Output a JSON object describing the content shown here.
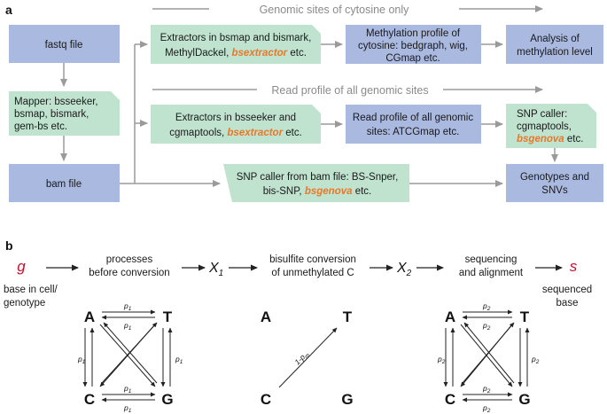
{
  "panel_a": {
    "label": "a",
    "header1": "Genomic sites of cytosine only",
    "header2": "Read profile of all genomic sites",
    "fastq": "fastq file",
    "mapper": [
      "Mapper: bsseeker,",
      "bsmap, bismark,",
      "gem-bs etc."
    ],
    "bam": "bam file",
    "ext1": {
      "line1": "Extractors in bsmap and bismark,",
      "line2a": "MethylDackel, ",
      "line2b": "bsextractor",
      "line2c": " etc."
    },
    "meth": [
      "Methylation profile of",
      "cytosine: bedgraph, wig,",
      "CGmap etc."
    ],
    "analysis": [
      "Analysis of",
      "methylation level"
    ],
    "ext2": {
      "line1": "Extractors in bsseeker and",
      "line2a": "cgmaptools, ",
      "line2b": "bsextractor",
      "line2c": " etc."
    },
    "readprof": [
      "Read profile of all genomic",
      "sites: ATCGmap etc."
    ],
    "snp1": {
      "line1": "SNP caller:",
      "line2": "cgmaptools,",
      "line3b": "bsgenova",
      "line3c": " etc."
    },
    "snp2": {
      "line1": "SNP caller from bam file: BS-Snper,",
      "line2a": "bis-SNP, ",
      "line2b": "bsgenova",
      "line2c": " etc."
    },
    "genotypes": [
      "Genotypes and",
      "SNVs"
    ]
  },
  "panel_b": {
    "label": "b",
    "g": "g",
    "s": "s",
    "x1": "X",
    "x1_sub": "1",
    "x2": "X",
    "x2_sub": "2",
    "step1": [
      "processes",
      "before conversion"
    ],
    "step2": [
      "bisulfite conversion",
      "of unmethylated C"
    ],
    "step3": [
      "sequencing",
      "and alignment"
    ],
    "g_label": [
      "base in cell/",
      "genotype"
    ],
    "s_label": [
      "sequenced",
      "base"
    ],
    "bases": [
      "A",
      "T",
      "C",
      "G"
    ],
    "p1": "p",
    "p1_sub": "1",
    "p2": "p",
    "p2_sub": "2",
    "pm": "1-p",
    "pm_sub": "m"
  },
  "colors": {
    "blue_box": "#aab9e0",
    "green_box": "#bfe3cf",
    "highlight": "#e8782a",
    "arrow": "#9a9a9a",
    "red_var": "#c8102e"
  }
}
